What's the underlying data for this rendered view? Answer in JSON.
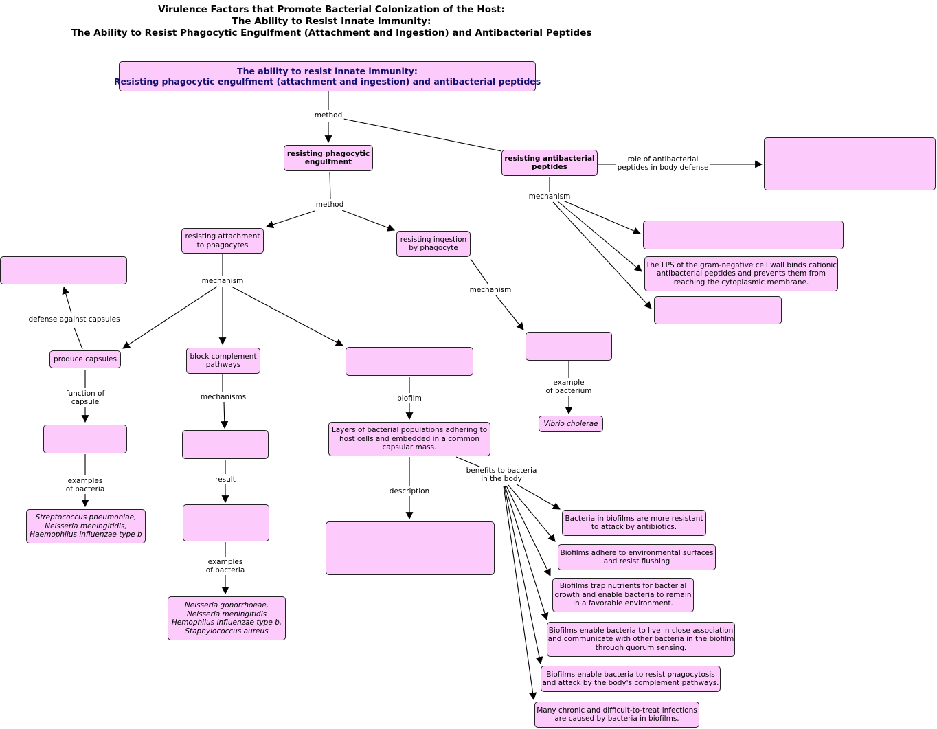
{
  "title": {
    "line1": "Virulence Factors that Promote Bacterial Colonization of the Host:",
    "line2": "The Ability to Resist Innate Immunity:",
    "line3": "The Ability to Resist Phagocytic Engulfment (Attachment and Ingestion) and Antibacterial Peptides"
  },
  "nodes": {
    "root": {
      "line1": "The ability to resist innate immunity:",
      "line2": "Resisting phagocytic engulfment (attachment and ingestion) and antibacterial peptides"
    },
    "engulf": {
      "line1": "resisting phagocytic",
      "line2": "engulfment"
    },
    "peptides": {
      "line1": "resisting antibacterial",
      "line2": "peptides"
    },
    "peptide_role": "",
    "peptide_mech1": "",
    "peptide_mech2": {
      "line1": "The LPS of the gram-negative cell wall binds cationic",
      "line2": "antibacterial peptides and prevents them from",
      "line3": "reaching the cytoplasmic membrane."
    },
    "peptide_mech3": "",
    "attach": {
      "line1": "resisting attachment",
      "line2": "to phagocytes"
    },
    "ingest": {
      "line1": "resisting ingestion",
      "line2": "by phagocyte"
    },
    "capsule_defense": "",
    "capsules": "produce capsules",
    "complement": {
      "line1": "block complement",
      "line2": "pathways"
    },
    "attach_mech3": "",
    "ingest_mech": "",
    "vibrio": "Vibrio cholerae",
    "capsule_function": "",
    "complement_mech": "",
    "biofilm_def": {
      "line1": "Layers of bacterial populations adhering to",
      "line2": "host cells and embedded in a common",
      "line3": "capsular mass."
    },
    "complement_result": "",
    "capsule_examples": {
      "line1": "Streptococcus pneumoniae,",
      "line2": "Neisseria meningitidis,",
      "line3": "Haemophilus influenzae type b"
    },
    "biofilm_desc": "",
    "complement_examples": {
      "line1": "Neisseria gonorrhoeae,",
      "line2": "Neisseria meningitidis",
      "line3": "Hemophilus influenzae type b,",
      "line4": "Staphylococcus aureus"
    },
    "benefit1": {
      "line1": "Bacteria in biofilms are more resistant",
      "line2": "to attack by antibiotics."
    },
    "benefit2": {
      "line1": "Biofilms adhere to environmental surfaces",
      "line2": "and resist flushing"
    },
    "benefit3": {
      "line1": "Biofilms trap nutrients for bacterial",
      "line2": "growth and enable bacteria to remain",
      "line3": "in a favorable environment."
    },
    "benefit4": {
      "line1": "Biofilms enable bacteria to live in close association",
      "line2": "and communicate with other bacteria in the biofilm",
      "line3": "through quorum sensing."
    },
    "benefit5": {
      "line1": "Biofilms enable bacteria to resist phagocytosis",
      "line2": "and attack by the body's complement pathways."
    },
    "benefit6": {
      "line1": "Many chronic and difficult-to-treat infections",
      "line2": "are caused by bacteria in biofilms."
    }
  },
  "labels": {
    "method1": "method",
    "role": {
      "line1": "role of antibacterial",
      "line2": "peptides in body defense"
    },
    "mechanism_pep": "mechanism",
    "method2": "method",
    "mechanism_attach": "mechanism",
    "mechanism_ingest": "mechanism",
    "defense": "defense against capsules",
    "example_bact": {
      "line1": "example",
      "line2": "of bacterium"
    },
    "function_capsule": {
      "line1": "function of",
      "line2": "capsule"
    },
    "mechanisms": "mechanisms",
    "biofilm": "biofilm",
    "benefits": {
      "line1": "benefits to bacteria",
      "line2": "in the body"
    },
    "examples_bact1": {
      "line1": "examples",
      "line2": "of bacteria"
    },
    "result": "result",
    "description": "description",
    "examples_bact2": {
      "line1": "examples",
      "line2": "of bacteria"
    }
  },
  "colors": {
    "node_fill": "#fccbfc",
    "root_text": "#140f6e",
    "line": "#000000"
  }
}
